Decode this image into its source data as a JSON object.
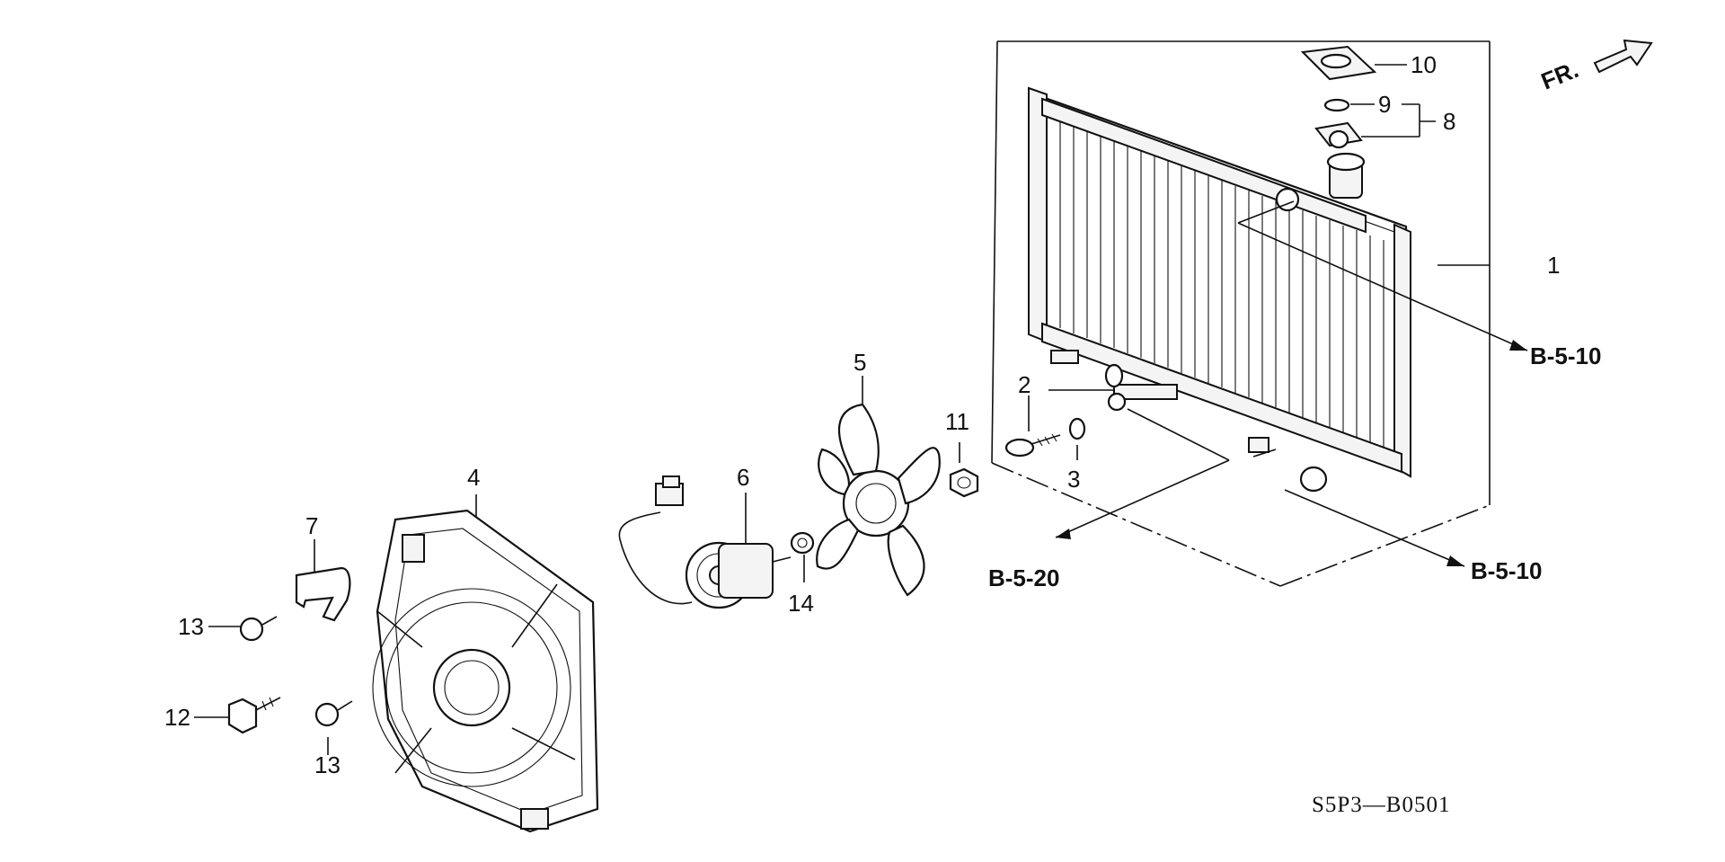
{
  "diagram": {
    "callouts": [
      {
        "id": "1",
        "label": "1"
      },
      {
        "id": "2",
        "label": "2"
      },
      {
        "id": "3",
        "label": "3"
      },
      {
        "id": "4",
        "label": "4"
      },
      {
        "id": "5",
        "label": "5"
      },
      {
        "id": "6",
        "label": "6"
      },
      {
        "id": "7",
        "label": "7"
      },
      {
        "id": "8",
        "label": "8"
      },
      {
        "id": "9",
        "label": "9"
      },
      {
        "id": "10",
        "label": "10"
      },
      {
        "id": "11",
        "label": "11"
      },
      {
        "id": "12",
        "label": "12"
      },
      {
        "id": "13a",
        "label": "13"
      },
      {
        "id": "13b",
        "label": "13"
      },
      {
        "id": "14",
        "label": "14"
      }
    ],
    "references": {
      "upper_right": "B-5-10",
      "lower_right": "B-5-10",
      "lower_center": "B-5-20"
    },
    "direction_label": "FR.",
    "diagram_code": "S5P3—B0501"
  }
}
